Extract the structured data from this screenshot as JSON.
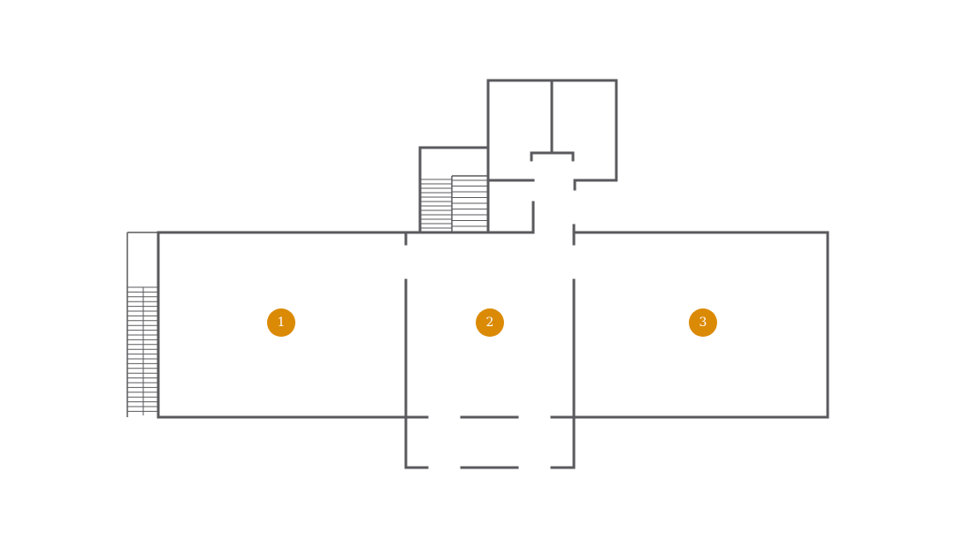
{
  "colors": {
    "wall": "#5a5a5e",
    "marker": "#db8a06",
    "marker_text": "#ffffff",
    "background": "#ffffff"
  },
  "rooms": [
    {
      "id": "room-1",
      "label": "1"
    },
    {
      "id": "room-2",
      "label": "2"
    },
    {
      "id": "room-3",
      "label": "3"
    }
  ]
}
